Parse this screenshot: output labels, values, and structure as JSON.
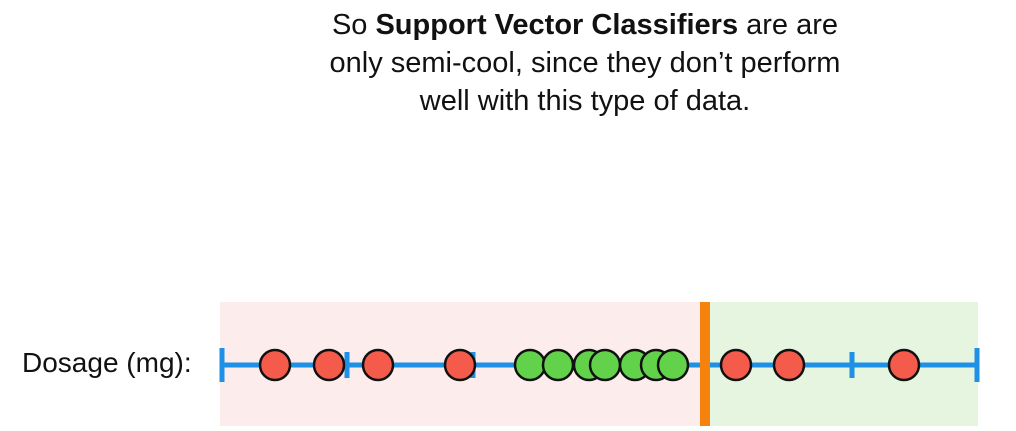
{
  "caption": {
    "prefix": "So ",
    "bold": "Support Vector Classifiers",
    "rest_line1": " are are",
    "line2": "only semi-cool, since they don’t perform",
    "line3": "well with this type of data."
  },
  "axis": {
    "label": "Dosage (mg):",
    "line_color": "#1e90e6"
  },
  "regions": {
    "left_color": "#fcecec",
    "right_color": "#e6f5e0"
  },
  "threshold": {
    "color": "#f5820d"
  },
  "points": {
    "red_fill": "#f45b4b",
    "green_fill": "#62d24a",
    "outline": "#111111",
    "items": [
      {
        "class": "red"
      },
      {
        "class": "red"
      },
      {
        "class": "red"
      },
      {
        "class": "red"
      },
      {
        "class": "green"
      },
      {
        "class": "green"
      },
      {
        "class": "green"
      },
      {
        "class": "green"
      },
      {
        "class": "green"
      },
      {
        "class": "green"
      },
      {
        "class": "green"
      },
      {
        "class": "red"
      },
      {
        "class": "red"
      },
      {
        "class": "red"
      }
    ]
  }
}
